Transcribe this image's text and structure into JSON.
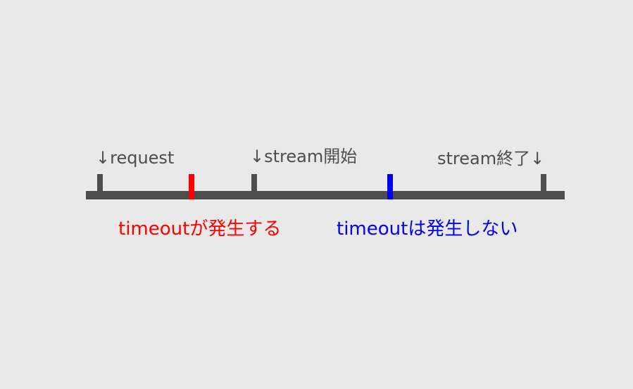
{
  "diagram": {
    "title_hint": "timeout timeline diagram",
    "colors": {
      "background": "#e9e9e9",
      "line": "#4d4d4d",
      "label_text": "#4d4d4d",
      "timeout_marker": "#ff0000",
      "no_timeout_marker": "#0000f0",
      "timeout_text": "#ff0000",
      "no_timeout_text": "#0000ee"
    },
    "events": [
      {
        "id": "request",
        "label": "↓request"
      },
      {
        "id": "stream-start",
        "label": "↓stream開始"
      },
      {
        "id": "stream-end",
        "label": "stream終了↓"
      }
    ],
    "annotations": [
      {
        "id": "timeout-occurs",
        "label": "timeoutが発生する"
      },
      {
        "id": "timeout-none",
        "label": "timeoutは発生しない"
      }
    ],
    "markers": [
      {
        "id": "request-tick",
        "kind": "event"
      },
      {
        "id": "timeout-tick",
        "kind": "timeout-occurs"
      },
      {
        "id": "stream-start-tick",
        "kind": "event"
      },
      {
        "id": "no-timeout-tick",
        "kind": "timeout-none"
      },
      {
        "id": "stream-end-tick",
        "kind": "event"
      }
    ]
  }
}
